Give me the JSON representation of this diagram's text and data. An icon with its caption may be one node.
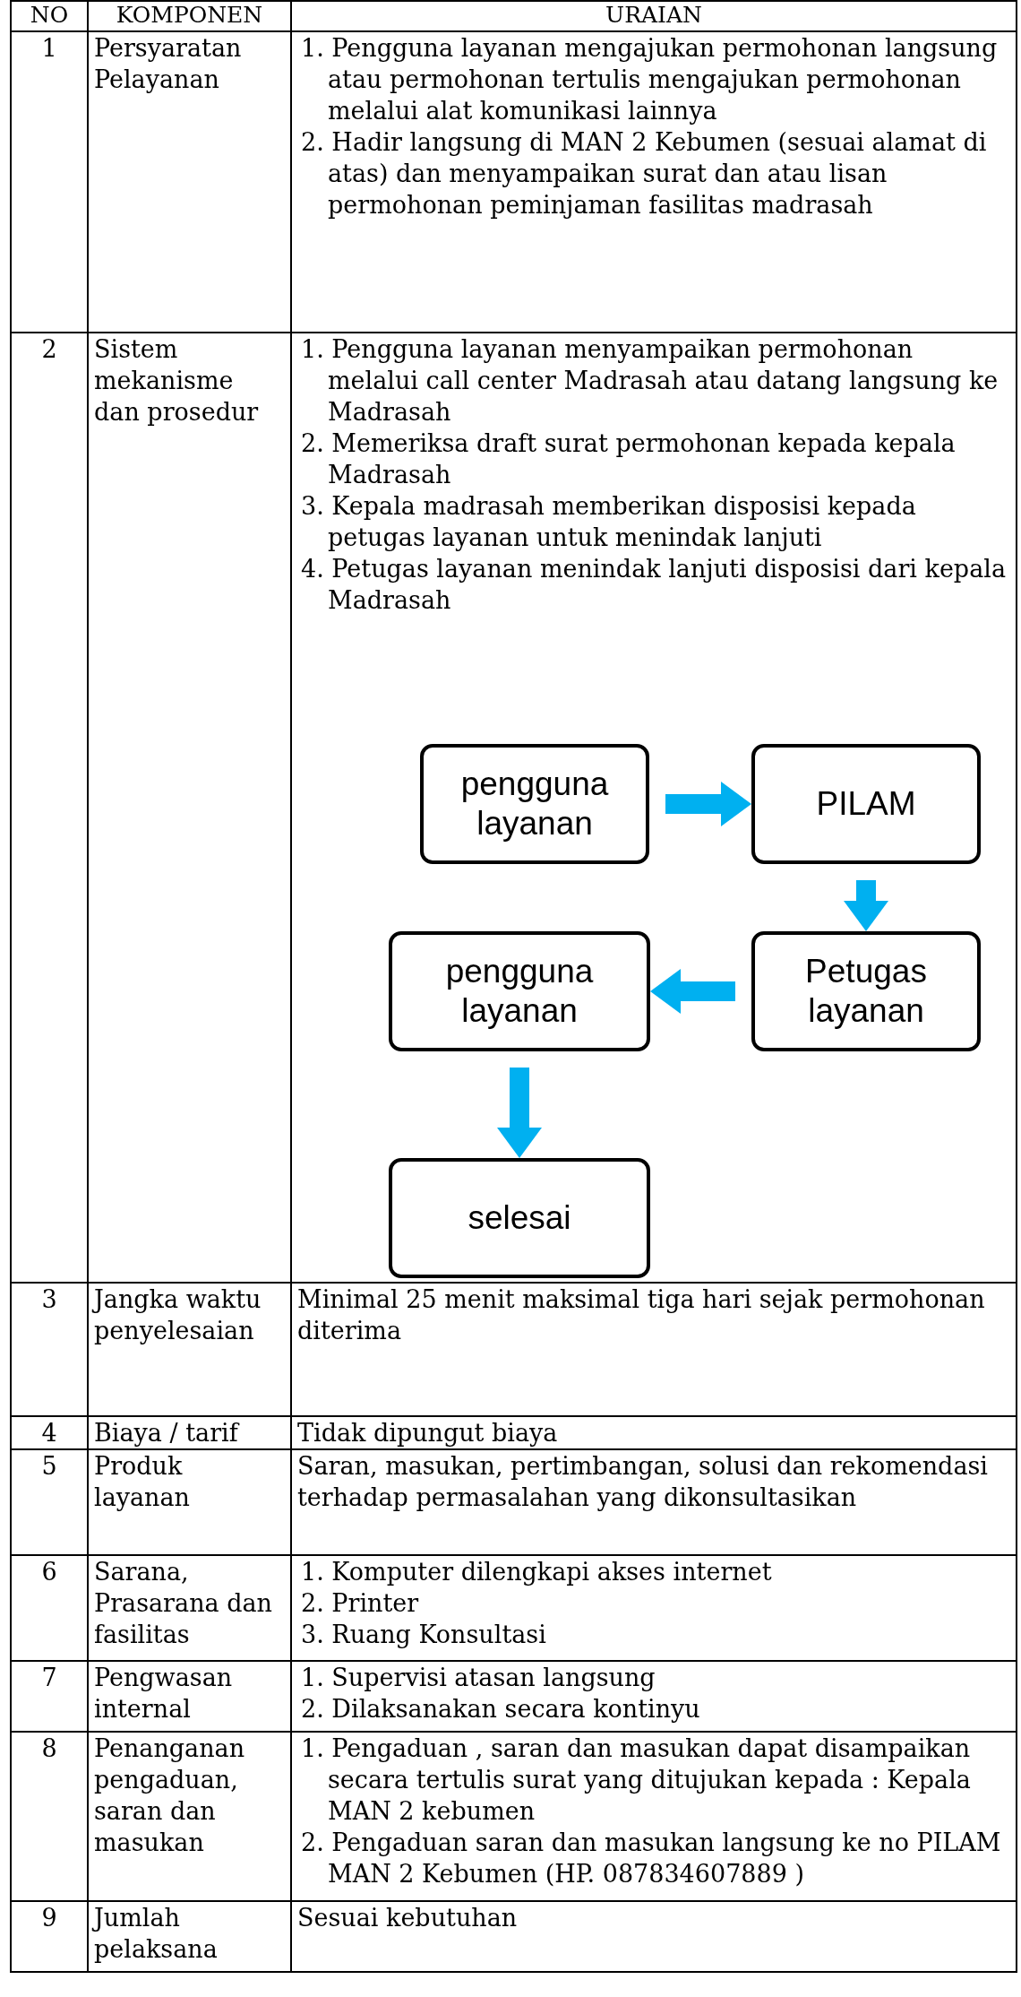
{
  "diagram": {
    "nodes": [
      {
        "text": [
          "pengguna layanan"
        ]
      },
      {
        "text": [
          "PILAM"
        ]
      },
      {
        "text": [
          "Petugas layanan"
        ]
      },
      {
        "text": [
          "pengguna layanan"
        ]
      },
      {
        "text": [
          "selesai"
        ]
      }
    ],
    "edges": [
      {
        "from": 0,
        "to": 1,
        "arrow": "to"
      },
      {
        "from": 1,
        "to": 2,
        "arrow": "to"
      },
      {
        "from": 2,
        "to": 3,
        "arrow": "to"
      },
      {
        "from": 3,
        "to": 4,
        "arrow": "to"
      }
    ],
    "labels": [
      "NO",
      "KOMPONEN",
      "URAIAN",
      "1",
      "Persyaratan Pelayanan",
      "1. Pengguna layanan mengajukan permohonan langsung atau permohonan tertulis mengajukan permohonan melalui alat komunikasi lainnya",
      "2. Hadir langsung di MAN 2 Kebumen (sesuai alamat di atas) dan menyampaikan surat dan atau lisan permohonan peminjaman fasilitas madrasah",
      "2",
      "Sistem mekanisme dan prosedur",
      "1. Pengguna layanan menyampaikan permohonan melalui call center Madrasah atau datang langsung ke Madrasah",
      "2. Memeriksa draft surat permohonan kepada kepala Madrasah",
      "3. Kepala madrasah memberikan disposisi kepada petugas layanan untuk menindak lanjuti",
      "4. Petugas layanan menindak lanjuti disposisi dari kepala Madrasah",
      "3",
      "Jangka waktu penyelesaian",
      "Minimal 25 menit maksimal tiga hari sejak permohonan diterima",
      "4",
      "Biaya / tarif",
      "Tidak dipungut biaya",
      "5",
      "Produk layanan",
      "Saran, masukan, pertimbangan, solusi dan rekomendasi terhadap permasalahan yang dikonsultasikan",
      "6",
      "Sarana, Prasarana dan fasilitas",
      "1. Komputer dilengkapi akses internet",
      "2. Printer",
      "3. Ruang Konsultasi",
      "7",
      "Pengwasan internal",
      "1. Supervisi atasan langsung",
      "2. Dilaksanakan secara kontinyu",
      "8",
      "Penanganan pengaduan, saran dan masukan",
      "1. Pengaduan , saran dan masukan dapat disampaikan secara tertulis surat yang ditujukan kepada : Kepala MAN 2 kebumen",
      "2. Pengaduan saran dan masukan langsung ke no PILAM MAN 2 Kebumen (HP. 087834607889 )",
      "9",
      "Jumlah pelaksana",
      "Sesuai kebutuhan"
    ]
  }
}
